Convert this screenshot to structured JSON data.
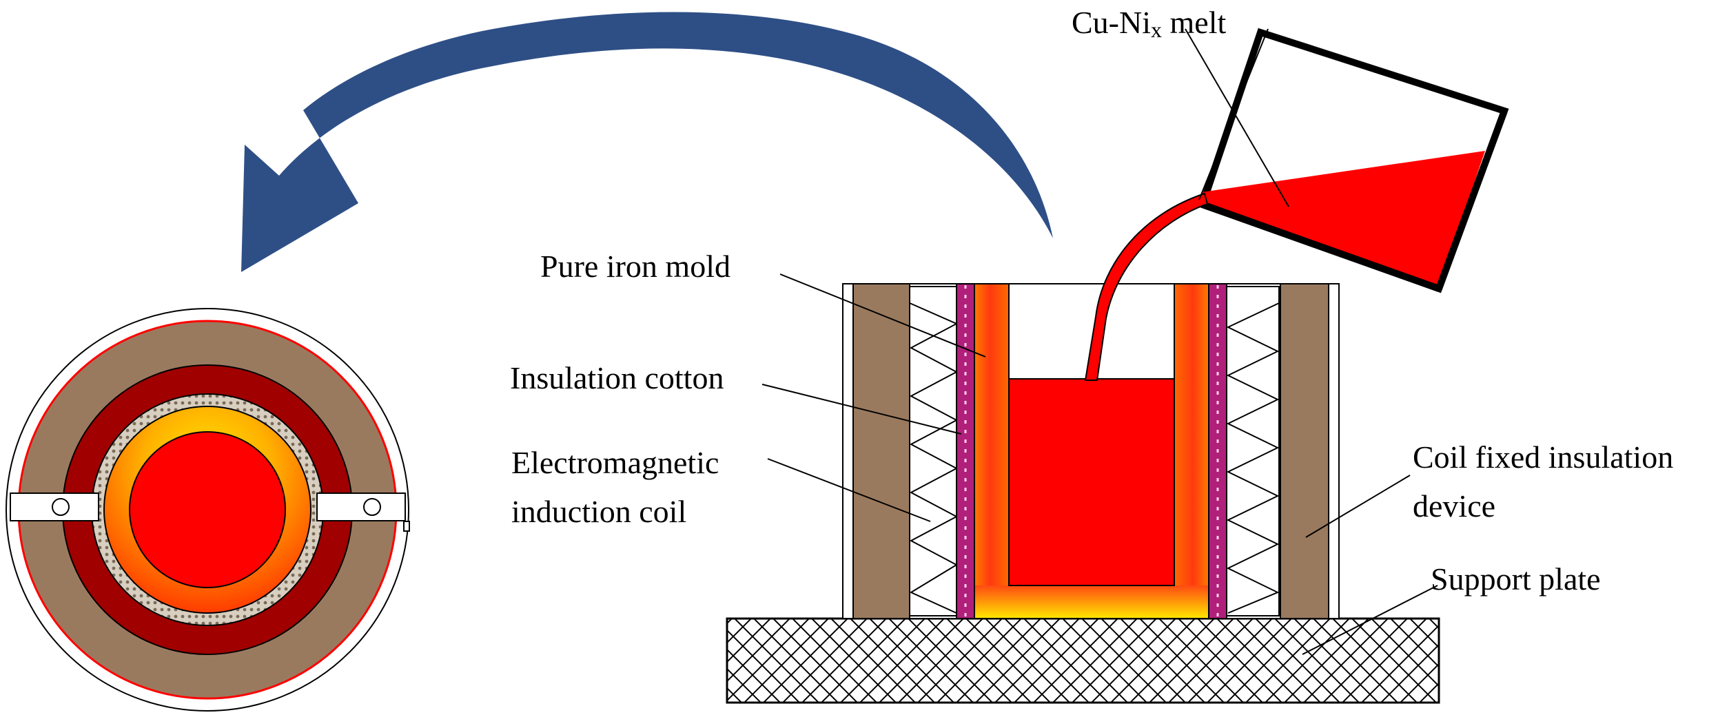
{
  "labels": {
    "melt_prefix": "Cu-Ni",
    "melt_sub": "x",
    "melt_suffix": " melt",
    "pure_iron_mold": "Pure iron mold",
    "insulation_cotton": "Insulation cotton",
    "coil_line1": "Electromagnetic",
    "coil_line2": "induction coil",
    "coil_fixed_line1": "Coil fixed insulation",
    "coil_fixed_line2": "device",
    "support_plate": "Support plate"
  },
  "colors": {
    "arrow": "#2e4f86",
    "melt": "#ff0000",
    "mold_hot": "#ff4a12",
    "mold_warm": "#ffe600",
    "insulation_device": "#9a7a5e",
    "dark_red_ring": "#a00000",
    "coil_band": "#b0207a",
    "outline": "#000000"
  }
}
